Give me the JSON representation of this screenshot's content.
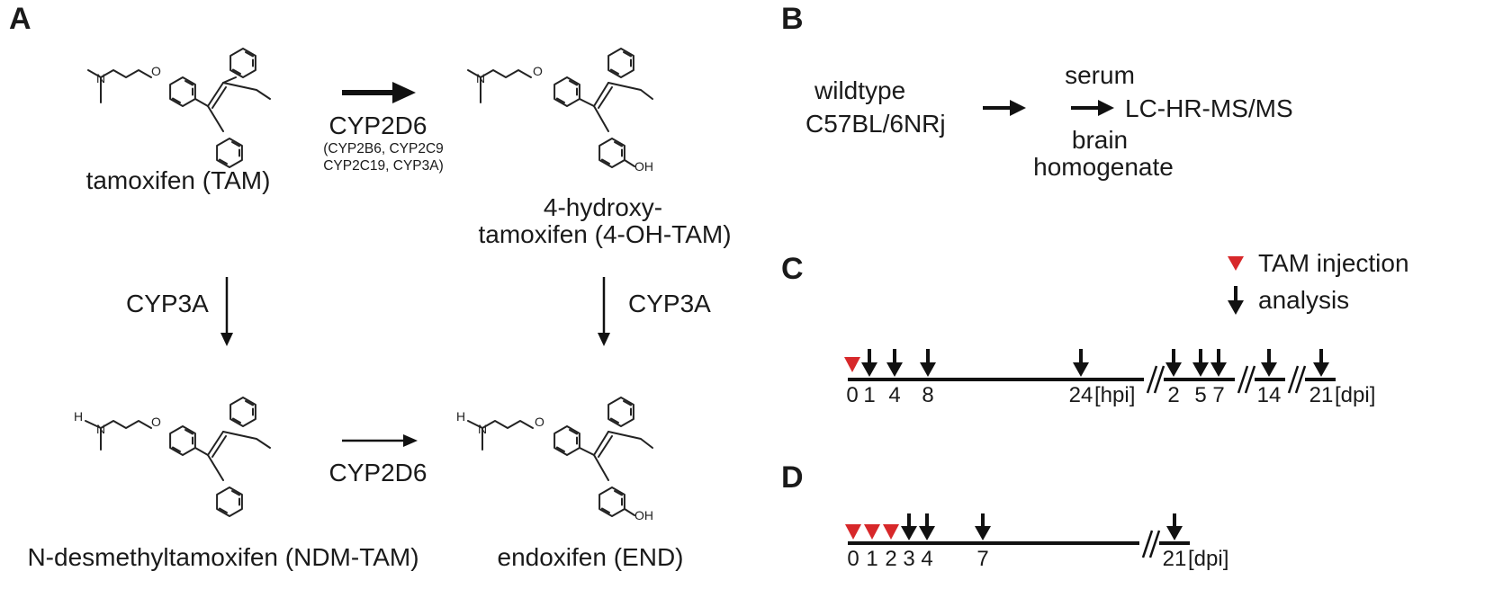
{
  "panels": {
    "a": "A",
    "b": "B",
    "c": "C",
    "d": "D"
  },
  "panel_a": {
    "compounds": {
      "tam": "tamoxifen (TAM)",
      "oh_tam_line1": "4-hydroxy-",
      "oh_tam_line2": "tamoxifen (4-OH-TAM)",
      "ndm_tam": "N-desmethyltamoxifen (NDM-TAM)",
      "end": "endoxifen (END)"
    },
    "enzymes": {
      "main": "CYP2D6",
      "minor_line1": "(CYP2B6, CYP2C9",
      "minor_line2": "CYP2C19, CYP3A)",
      "left_down": "CYP3A",
      "right_down": "CYP3A",
      "bottom": "CYP2D6"
    },
    "atoms": {
      "n": "N",
      "o": "O",
      "h": "H",
      "oh": "OH"
    }
  },
  "panel_b": {
    "source_line1": "wildtype",
    "source_line2": "C57BL/6NRj",
    "sample1": "serum",
    "sample2_line1": "brain",
    "sample2_line2": "homogenate",
    "method": "LC-HR-MS/MS"
  },
  "legend": {
    "injection": "TAM injection",
    "analysis": "analysis",
    "injection_color": "#d7282a",
    "analysis_color": "#1a1a1a"
  },
  "panel_c": {
    "ticks": [
      "0",
      "1",
      "4",
      "8",
      "24",
      "2",
      "5",
      "7",
      "14",
      "21"
    ],
    "unit_hpi": "[hpi]",
    "unit_dpi": "[dpi]"
  },
  "panel_d": {
    "ticks": [
      "0",
      "1",
      "2",
      "3",
      "4",
      "7",
      "21"
    ],
    "unit_dpi": "[dpi]"
  }
}
